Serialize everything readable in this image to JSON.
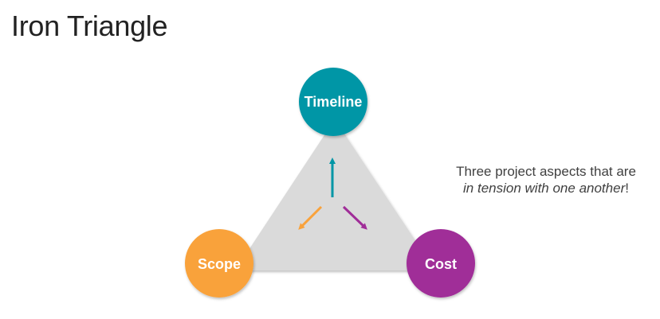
{
  "slide": {
    "title": "Iron Triangle"
  },
  "diagram": {
    "nodes": {
      "top": {
        "label": "Timeline",
        "color": "#0096A6"
      },
      "left": {
        "label": "Scope",
        "color": "#F9A23B"
      },
      "right": {
        "label": "Cost",
        "color": "#A02D98"
      }
    },
    "triangle_color": "#DADADA",
    "arrow_colors": {
      "up": "#0096A6",
      "down_left": "#F9A23B",
      "down_right": "#A02D98"
    }
  },
  "caption": {
    "line1": "Three project aspects that are",
    "line2_italic": "in tension with one another",
    "line2_end": "!"
  }
}
